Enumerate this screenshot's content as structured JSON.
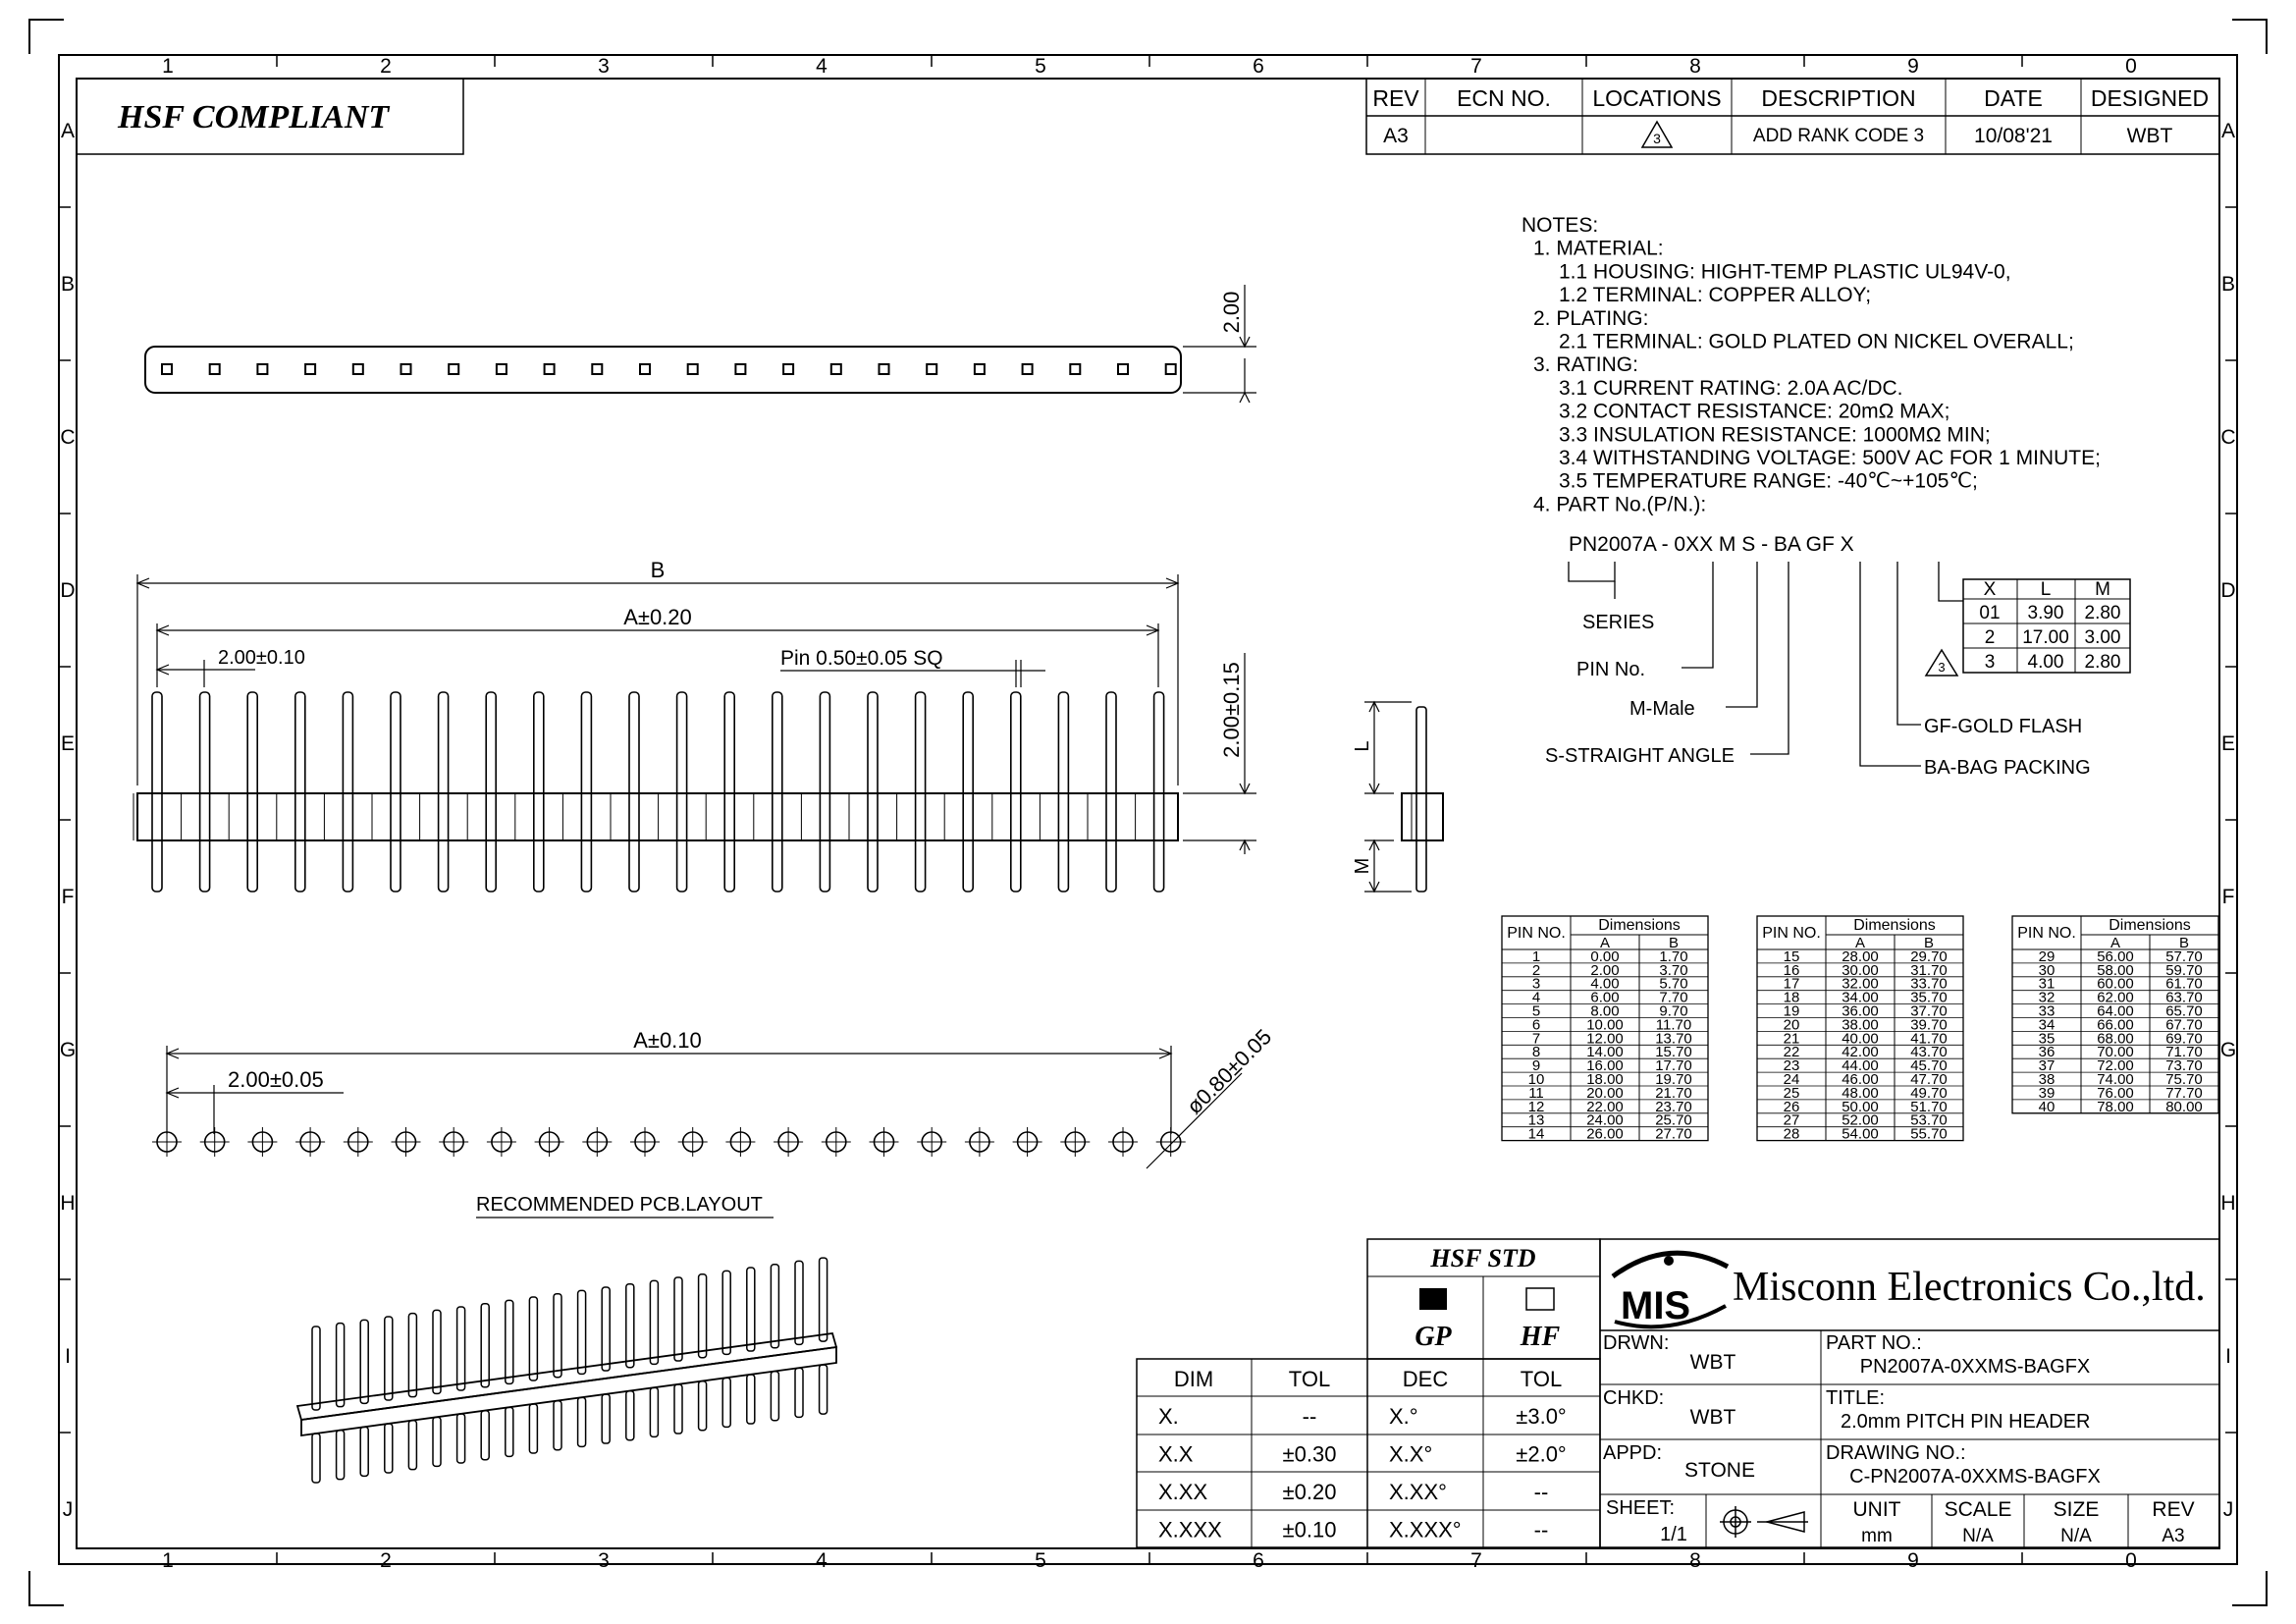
{
  "frame": {
    "col_labels": [
      "1",
      "2",
      "3",
      "4",
      "5",
      "6",
      "7",
      "8",
      "9",
      "0"
    ],
    "row_labels": [
      "A",
      "B",
      "C",
      "D",
      "E",
      "F",
      "G",
      "H",
      "I",
      "J"
    ]
  },
  "compliance_label": "HSF COMPLIANT",
  "revision_table": {
    "headers": [
      "REV",
      "ECN NO.",
      "LOCATIONS",
      "DESCRIPTION",
      "DATE",
      "DESIGNED"
    ],
    "row": {
      "rev": "A3",
      "ecn": "",
      "location": "3",
      "description": "ADD RANK CODE 3",
      "date": "10/08'21",
      "designed": "WBT"
    }
  },
  "notes": [
    "NOTES:",
    "1. MATERIAL:",
    "1.1 HOUSING: HIGHT-TEMP PLASTIC UL94V-0,",
    "1.2 TERMINAL: COPPER ALLOY;",
    "2. PLATING:",
    "2.1 TERMINAL: GOLD PLATED ON NICKEL OVERALL;",
    "3. RATING:",
    "3.1 CURRENT RATING: 2.0A AC/DC.",
    "3.2 CONTACT RESISTANCE: 20mΩ MAX;",
    "3.3 INSULATION RESISTANCE: 1000MΩ MIN;",
    "3.4 WITHSTANDING VOLTAGE:  500V AC FOR 1 MINUTE;",
    "3.5 TEMPERATURE RANGE: -40℃~+105℃;",
    "4. PART No.(P/N.):"
  ],
  "part_number_breakdown": {
    "code": "PN2007A - 0XX M S - BA GF X",
    "callouts": {
      "series": "SERIES",
      "pin_no": "PIN No.",
      "male": "M-Male",
      "straight": "S-STRAIGHT ANGLE",
      "gold": "GF-GOLD FLASH",
      "bag": "BA-BAG PACKING"
    },
    "xlm_table": {
      "headers": [
        "X",
        "L",
        "M"
      ],
      "rows": [
        [
          "01",
          "3.90",
          "2.80"
        ],
        [
          "2",
          "17.00",
          "3.00"
        ],
        [
          "3",
          "4.00",
          "2.80"
        ]
      ],
      "rev_marker": "3"
    }
  },
  "dimensions_labels": {
    "top_height": "2.00",
    "B": "B",
    "A020": "A±0.20",
    "pitch_top": "2.00±0.10",
    "pin_sq": "Pin 0.50±0.05 SQ",
    "height_015": "2.00±0.15",
    "L": "L",
    "M": "M",
    "A010": "A±0.10",
    "pitch_pcb": "2.00±0.05",
    "hole": "ø0.80±0.05",
    "pcb_caption": "RECOMMENDED PCB.LAYOUT"
  },
  "pin_tables": {
    "col_pin": "PIN NO.",
    "col_dims": "Dimensions",
    "col_a": "A",
    "col_b": "B",
    "groups": [
      [
        [
          "1",
          "0.00",
          "1.70"
        ],
        [
          "2",
          "2.00",
          "3.70"
        ],
        [
          "3",
          "4.00",
          "5.70"
        ],
        [
          "4",
          "6.00",
          "7.70"
        ],
        [
          "5",
          "8.00",
          "9.70"
        ],
        [
          "6",
          "10.00",
          "11.70"
        ],
        [
          "7",
          "12.00",
          "13.70"
        ],
        [
          "8",
          "14.00",
          "15.70"
        ],
        [
          "9",
          "16.00",
          "17.70"
        ],
        [
          "10",
          "18.00",
          "19.70"
        ],
        [
          "11",
          "20.00",
          "21.70"
        ],
        [
          "12",
          "22.00",
          "23.70"
        ],
        [
          "13",
          "24.00",
          "25.70"
        ],
        [
          "14",
          "26.00",
          "27.70"
        ]
      ],
      [
        [
          "15",
          "28.00",
          "29.70"
        ],
        [
          "16",
          "30.00",
          "31.70"
        ],
        [
          "17",
          "32.00",
          "33.70"
        ],
        [
          "18",
          "34.00",
          "35.70"
        ],
        [
          "19",
          "36.00",
          "37.70"
        ],
        [
          "20",
          "38.00",
          "39.70"
        ],
        [
          "21",
          "40.00",
          "41.70"
        ],
        [
          "22",
          "42.00",
          "43.70"
        ],
        [
          "23",
          "44.00",
          "45.70"
        ],
        [
          "24",
          "46.00",
          "47.70"
        ],
        [
          "25",
          "48.00",
          "49.70"
        ],
        [
          "26",
          "50.00",
          "51.70"
        ],
        [
          "27",
          "52.00",
          "53.70"
        ],
        [
          "28",
          "54.00",
          "55.70"
        ]
      ],
      [
        [
          "29",
          "56.00",
          "57.70"
        ],
        [
          "30",
          "58.00",
          "59.70"
        ],
        [
          "31",
          "60.00",
          "61.70"
        ],
        [
          "32",
          "62.00",
          "63.70"
        ],
        [
          "33",
          "64.00",
          "65.70"
        ],
        [
          "34",
          "66.00",
          "67.70"
        ],
        [
          "35",
          "68.00",
          "69.70"
        ],
        [
          "36",
          "70.00",
          "71.70"
        ],
        [
          "37",
          "72.00",
          "73.70"
        ],
        [
          "38",
          "74.00",
          "75.70"
        ],
        [
          "39",
          "76.00",
          "77.70"
        ],
        [
          "40",
          "78.00",
          "80.00"
        ]
      ]
    ]
  },
  "tolerance_table": {
    "hsf_std": "HSF STD",
    "gp": "GP",
    "hf": "HF",
    "headers": [
      "DIM",
      "TOL",
      "DEC",
      "TOL"
    ],
    "rows": [
      [
        "X.",
        "--",
        "X.°",
        "±3.0°"
      ],
      [
        "X.X",
        "±0.30",
        "X.X°",
        "±2.0°"
      ],
      [
        "X.XX",
        "±0.20",
        "X.XX°",
        "--"
      ],
      [
        "X.XXX",
        "±0.10",
        "X.XXX°",
        "--"
      ]
    ]
  },
  "title_block": {
    "logo": "MIS",
    "company": "Misconn Electronics Co.,ltd.",
    "drwn_label": "DRWN:",
    "drwn": "WBT",
    "chkd_label": "CHKD:",
    "chkd": "WBT",
    "appd_label": "APPD:",
    "appd": "STONE",
    "part_label": "PART NO.:",
    "part": "PN2007A-0XXMS-BAGFX",
    "title_label": "TITLE:",
    "title": "2.0mm PITCH PIN HEADER",
    "drawing_label": "DRAWING NO.:",
    "drawing": "C-PN2007A-0XXMS-BAGFX",
    "sheet_label": "SHEET:",
    "sheet": "1/1",
    "unit_label": "UNIT",
    "unit": "mm",
    "scale_label": "SCALE",
    "scale": "N/A",
    "size_label": "SIZE",
    "size": "N/A",
    "rev_label": "REV",
    "rev": "A3"
  }
}
